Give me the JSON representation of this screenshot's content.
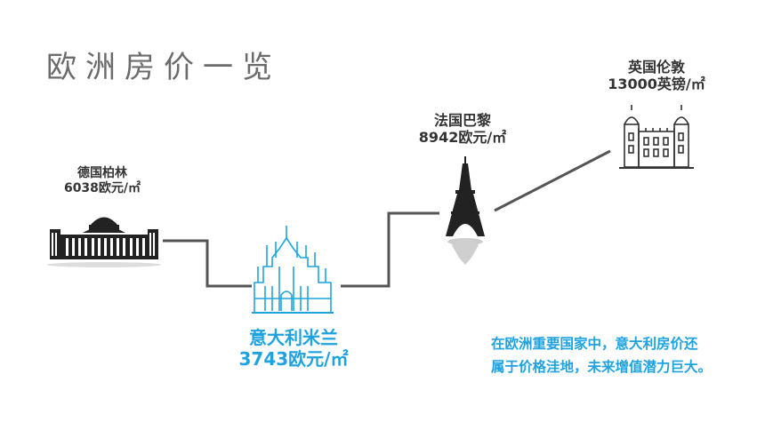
{
  "title": "欧洲房价一览",
  "cities": {
    "berlin": {
      "name": "德国柏林",
      "price": "6038欧元/㎡"
    },
    "milan": {
      "name": "意大利米兰",
      "price": "3743欧元/㎡"
    },
    "paris": {
      "name": "法国巴黎",
      "price": "8942欧元/㎡"
    },
    "london": {
      "name": "英国伦敦",
      "price": "13000英镑/㎡"
    }
  },
  "note": {
    "line1": "在欧洲重要国家中，意大利房价还",
    "line2": "属于价格洼地，未来增值潜力巨大。"
  },
  "colors": {
    "accent": "#1fa3e0",
    "dark": "#333333",
    "line": "#555555",
    "title": "#6b6b6b"
  },
  "icons": [
    "reichstag-icon",
    "milan-cathedral-icon",
    "eiffel-tower-icon",
    "tower-of-london-icon"
  ]
}
